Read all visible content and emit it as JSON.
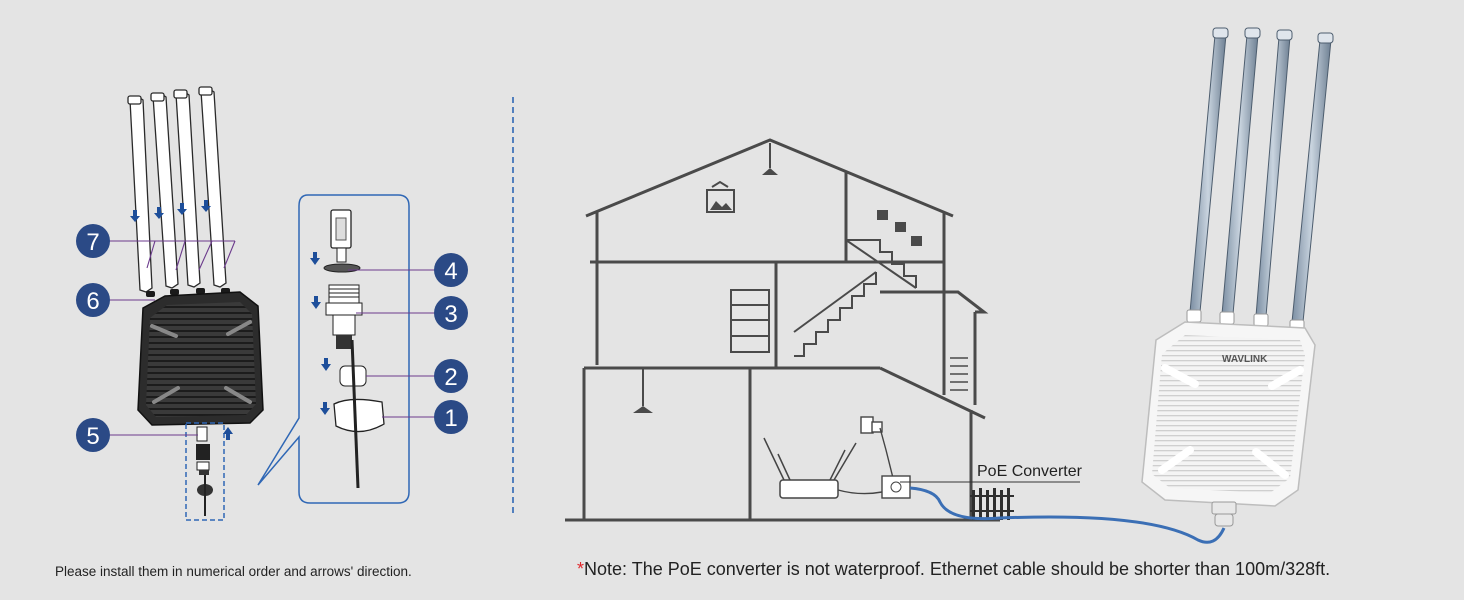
{
  "steps": {
    "labels": [
      "1",
      "2",
      "3",
      "4",
      "5",
      "6",
      "7"
    ]
  },
  "diagram": {
    "poe_label": "PoE Converter",
    "brand": "WAVLINK"
  },
  "captions": {
    "install": "Please install them in numerical order and arrows' direction.",
    "note_star": "*",
    "note": "Note: The PoE converter is not waterproof. Ethernet cable should be shorter than 100m/328ft."
  },
  "colors": {
    "accent_blue": "#1d4e9a",
    "step_badge": "#2b4a86",
    "note_star": "#e0262b",
    "line_purple": "#6b3a8c",
    "cable_blue": "#3b6fb5"
  }
}
